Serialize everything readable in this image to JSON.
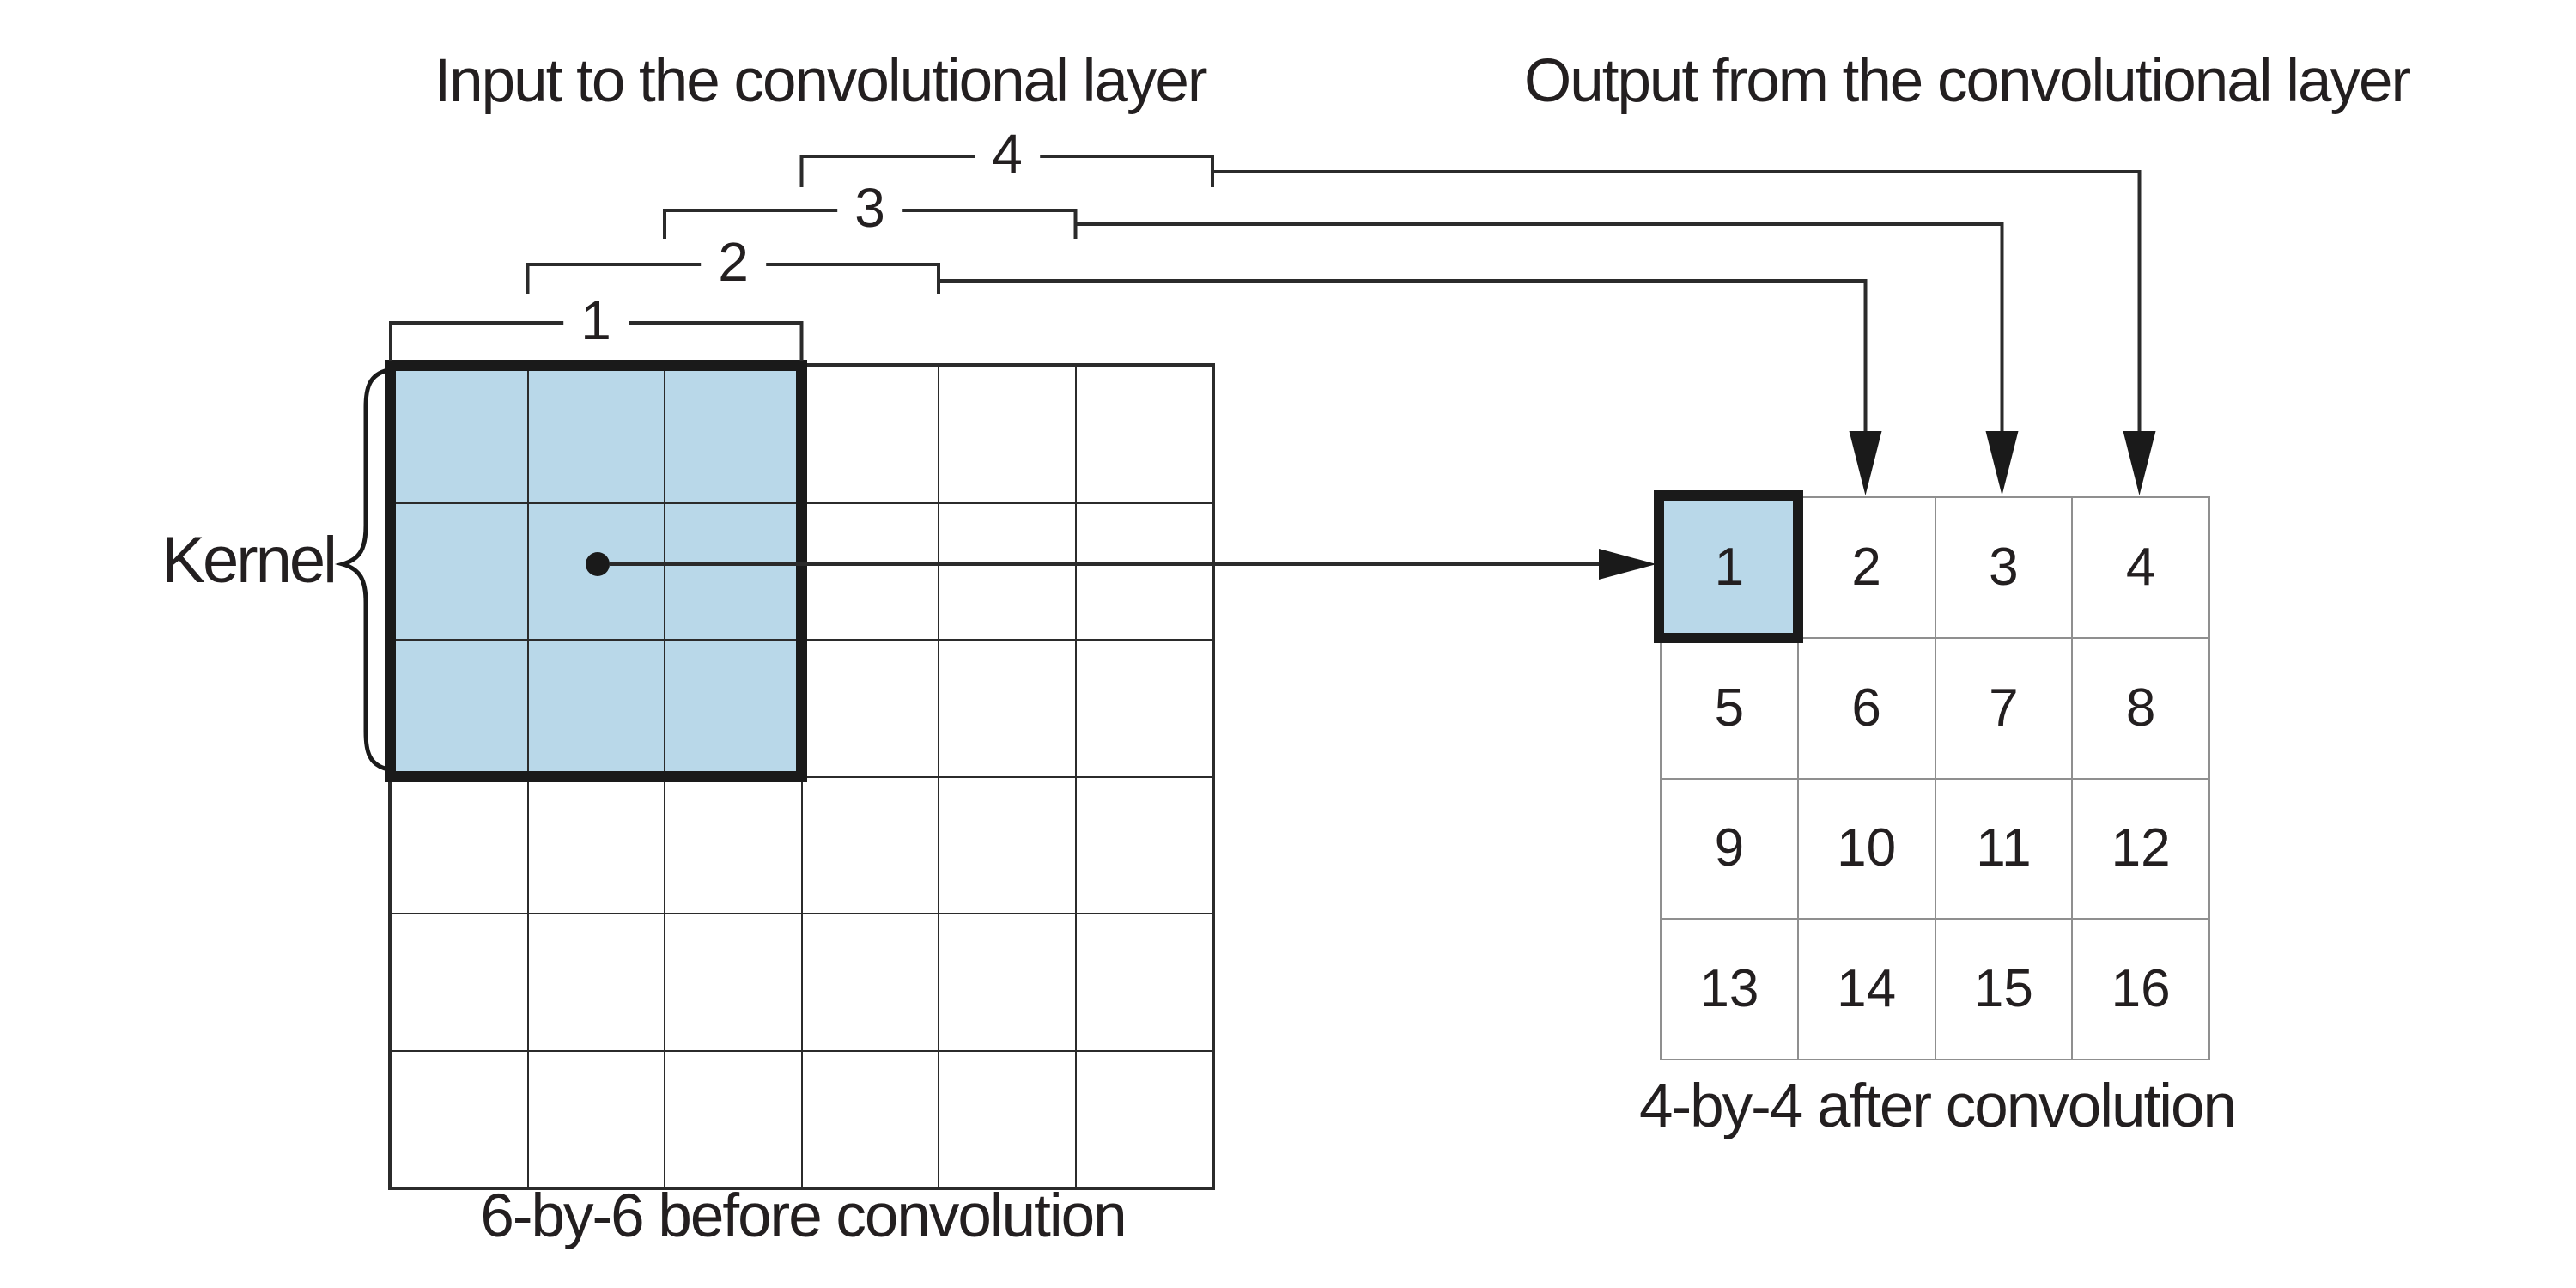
{
  "titles": {
    "input": "Input to the convolutional layer",
    "output": "Output from the convolutional layer"
  },
  "captions": {
    "input": "6-by-6 before convolution",
    "output": "4-by-4 after convolution"
  },
  "kernel": {
    "label": "Kernel"
  },
  "brackets": {
    "labels": [
      "1",
      "2",
      "3",
      "4"
    ]
  },
  "input_grid": {
    "rows": 6,
    "cols": 6,
    "kernel_rows": 3,
    "kernel_cols": 3
  },
  "output_grid": {
    "rows": 4,
    "cols": 4,
    "cells": [
      "1",
      "2",
      "3",
      "4",
      "5",
      "6",
      "7",
      "8",
      "9",
      "10",
      "11",
      "12",
      "13",
      "14",
      "15",
      "16"
    ]
  },
  "colors": {
    "background": "#ffffff",
    "kernel_fill": "#b9d8e9",
    "line_dark": "#231f20",
    "grid_gray": "#8f8f8f"
  }
}
